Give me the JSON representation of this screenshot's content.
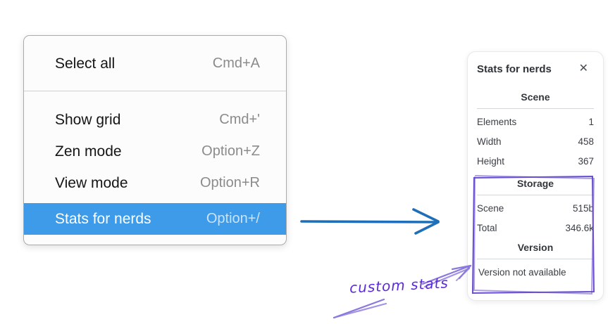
{
  "context_menu": {
    "items": [
      {
        "label": "Select all",
        "shortcut": "Cmd+A",
        "highlighted": false
      },
      {
        "label": "Show grid",
        "shortcut": "Cmd+'",
        "highlighted": false
      },
      {
        "label": "Zen mode",
        "shortcut": "Option+Z",
        "highlighted": false
      },
      {
        "label": "View mode",
        "shortcut": "Option+R",
        "highlighted": false
      },
      {
        "label": "Stats for nerds",
        "shortcut": "Option+/",
        "highlighted": true
      }
    ]
  },
  "stats_panel": {
    "title": "Stats for nerds",
    "close_glyph": "✕",
    "sections": [
      {
        "heading": "Scene",
        "rows": [
          {
            "label": "Elements",
            "value": "1"
          },
          {
            "label": "Width",
            "value": "458"
          },
          {
            "label": "Height",
            "value": "367"
          }
        ]
      },
      {
        "heading": "Storage",
        "rows": [
          {
            "label": "Scene",
            "value": "515b"
          },
          {
            "label": "Total",
            "value": "346.6k"
          }
        ]
      },
      {
        "heading": "Version",
        "note": "Version not available"
      }
    ]
  },
  "annotation": {
    "label": "custom stats"
  },
  "colors": {
    "menu_highlight": "#3d9be9",
    "flow_arrow": "#1f6fb8",
    "annotation": "#5b2bd9",
    "annotation_arrow": "#8b78dd",
    "annotation_box": "#6a4fd0"
  }
}
